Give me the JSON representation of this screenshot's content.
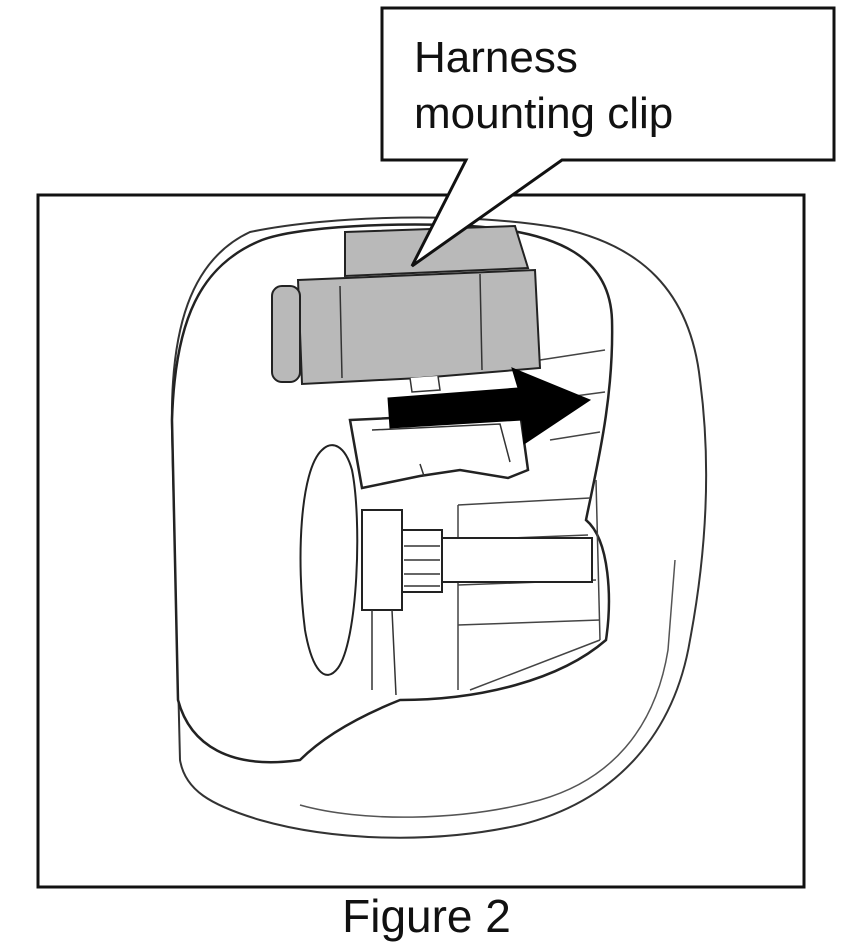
{
  "callout": {
    "line1": "Harness",
    "line2": "mounting clip"
  },
  "caption": "Figure 2",
  "colors": {
    "clip_fill": "#b9b9b9",
    "arrow_fill": "#000000",
    "line": "#222222"
  }
}
